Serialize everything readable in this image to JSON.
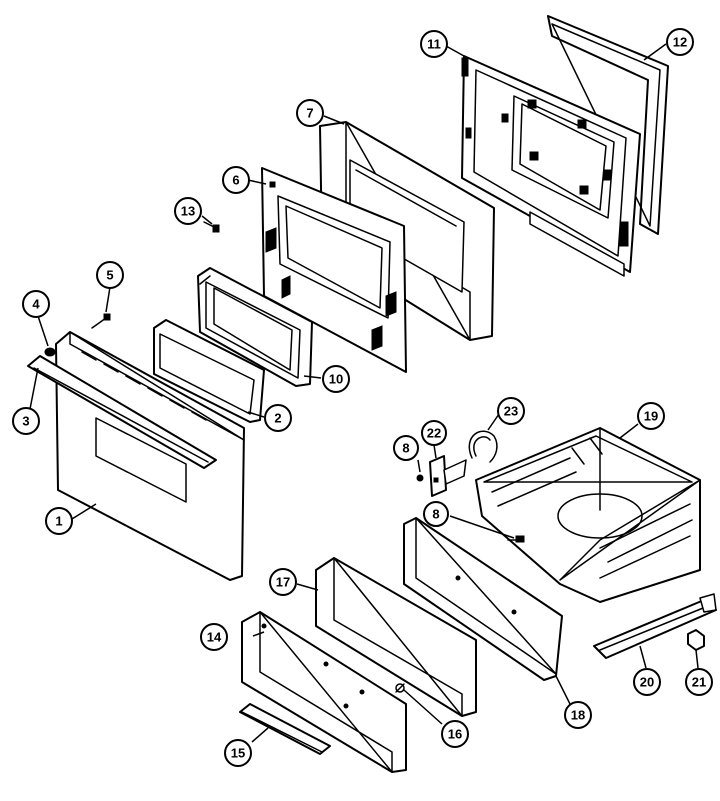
{
  "callouts": {
    "c1": "1",
    "c2": "2",
    "c3": "3",
    "c4": "4",
    "c5": "5",
    "c6": "6",
    "c7": "7",
    "c8a": "8",
    "c8b": "8",
    "c10": "10",
    "c11": "11",
    "c12": "12",
    "c13": "13",
    "c14": "14",
    "c15": "15",
    "c16": "16",
    "c17": "17",
    "c18": "18",
    "c19": "19",
    "c20": "20",
    "c21": "21",
    "c22": "22",
    "c23": "23"
  },
  "colors": {
    "line": "#000000",
    "background": "#ffffff"
  }
}
